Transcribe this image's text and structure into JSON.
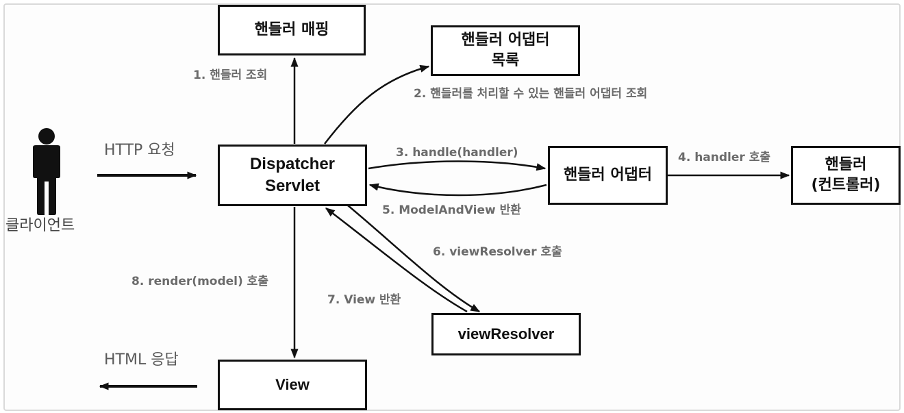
{
  "nodes": {
    "handler_mapping": "핸들러 매핑",
    "handler_adapter_list": "핸들러 어댑터\n목록",
    "dispatcher_servlet": "Dispatcher\nServlet",
    "handler_adapter": "핸들러 어댑터",
    "handler_controller": "핸들러\n(컨트롤러)",
    "view_resolver": "viewResolver",
    "view": "View"
  },
  "actors": {
    "client": "클라이언트"
  },
  "labels": {
    "http_request": "HTTP 요청",
    "html_response": "HTML 응답",
    "step1": "1. 핸들러 조회",
    "step2": "2. 핸들러를 처리할 수 있는 핸들러 어댑터 조회",
    "step3": "3. handle(handler)",
    "step4": "4. handler 호출",
    "step5": "5. ModelAndView 반환",
    "step6": "6. viewResolver 호출",
    "step7": "7. View 반환",
    "step8": "8. render(model) 호출"
  },
  "icons": {
    "client": "person-icon"
  }
}
